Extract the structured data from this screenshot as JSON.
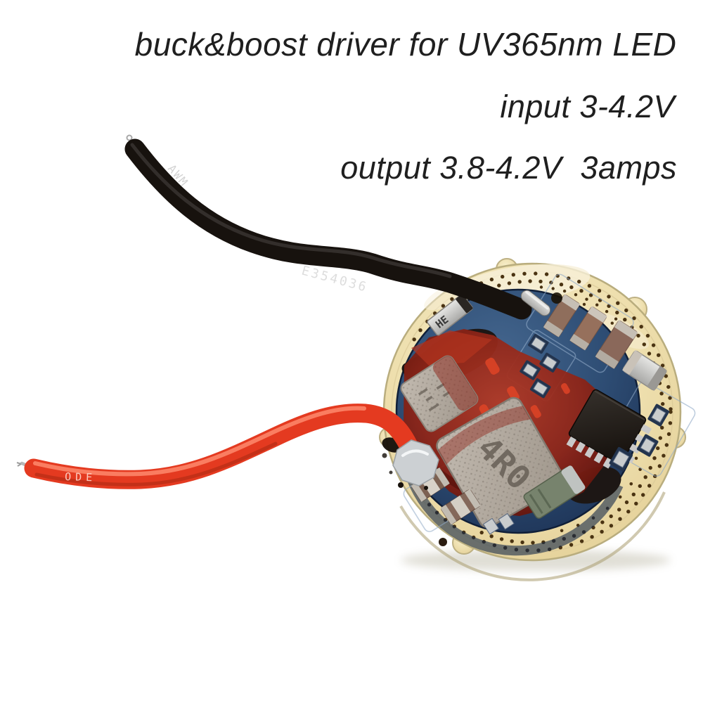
{
  "meta": {
    "type": "product-photo",
    "subject": "Round buck-boost LED driver circuit board with black and red lead wires on white background"
  },
  "overlay": {
    "line1": "buck&boost driver for UV365nm LED",
    "line2": "input 3-4.2V",
    "line3": "output 3.8-4.2V  3amps",
    "text_color": "#1f1f1f"
  },
  "board": {
    "description": "brass/gold contact disc with two rings of via holes and a dotted hole fan, blue component PCB on top, components partly potted in translucent red epoxy",
    "colors": {
      "background": "#ffffff",
      "board_gold": "#ecdcaa",
      "board_gold_light": "#f7eecb",
      "board_edge": "#b9ad7e",
      "via_hole": "#4a3312",
      "pcb_blue": "#2e4d74",
      "pcb_blue_dark": "#1a2d4c",
      "epoxy_red": "#8e2518",
      "inductor_gray": "#aba298",
      "inductor_text": "#6b635a",
      "capacitor_brown": "#8f6e5c",
      "component_silver": "#c6c6c4",
      "ic_black": "#23201c",
      "solder": "#ccd0d3"
    },
    "markings": {
      "large_inductor": "4R0",
      "silver_component_partial": "HE"
    }
  },
  "wires": {
    "black": {
      "role": "lead wire (top left)",
      "color": "#17120e",
      "markings": [
        "AWM",
        "E354036"
      ]
    },
    "red": {
      "role": "lead wire (left)",
      "color": "#e43a20",
      "marking_partial": "ODE"
    }
  }
}
